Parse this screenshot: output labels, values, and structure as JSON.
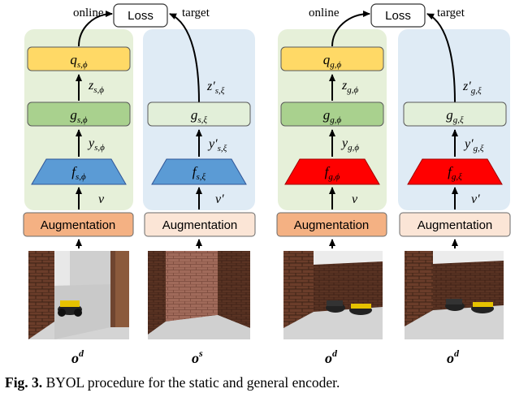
{
  "panels": [
    {
      "online_label": "online",
      "target_label": "target",
      "loss_label": "Loss",
      "online": {
        "q": "q",
        "q_sub": "s,ϕ",
        "z": "z",
        "z_sub": "s,ϕ",
        "g": "g",
        "g_sub": "s,ϕ",
        "y": "y",
        "y_sub": "s,ϕ",
        "f": "f",
        "f_sub": "s,ϕ",
        "v": "v",
        "aug": "Augmentation",
        "obs": "o",
        "obs_sup": "d"
      },
      "target": {
        "z": "z′",
        "z_sub": "s,ξ",
        "g": "g",
        "g_sub": "s,ξ",
        "y": "y′",
        "y_sub": "s,ξ",
        "f": "f",
        "f_sub": "s,ξ",
        "v": "v′",
        "aug": "Augmentation",
        "obs": "o",
        "obs_sup": "s"
      }
    },
    {
      "online_label": "online",
      "target_label": "target",
      "loss_label": "Loss",
      "online": {
        "q": "q",
        "q_sub": "g,ϕ",
        "z": "z",
        "z_sub": "g,ϕ",
        "g": "g",
        "g_sub": "g,ϕ",
        "y": "y",
        "y_sub": "g,ϕ",
        "f": "f",
        "f_sub": "g,ϕ",
        "v": "v",
        "aug": "Augmentation",
        "obs": "o",
        "obs_sup": "d"
      },
      "target": {
        "z": "z′",
        "z_sub": "g,ξ",
        "g": "g",
        "g_sub": "g,ξ",
        "y": "y′",
        "y_sub": "g,ξ",
        "f": "f",
        "f_sub": "g,ξ",
        "v": "v′",
        "aug": "Augmentation",
        "obs": "o",
        "obs_sup": "d"
      }
    }
  ],
  "caption": {
    "label": "Fig. 3.",
    "text": " BYOL procedure for the static and general encoder."
  },
  "colors": {
    "online_bg": "#e6f0d9",
    "target_bg": "#dfebf5",
    "q_fill": "#ffd966",
    "g_online_fill": "#a9d18e",
    "g_target_fill": "#e2efd9",
    "f_static_fill": "#5b9bd5",
    "f_general_fill": "#ff0000",
    "aug_online_fill": "#f4b183",
    "aug_target_fill": "#fbe5d6"
  }
}
